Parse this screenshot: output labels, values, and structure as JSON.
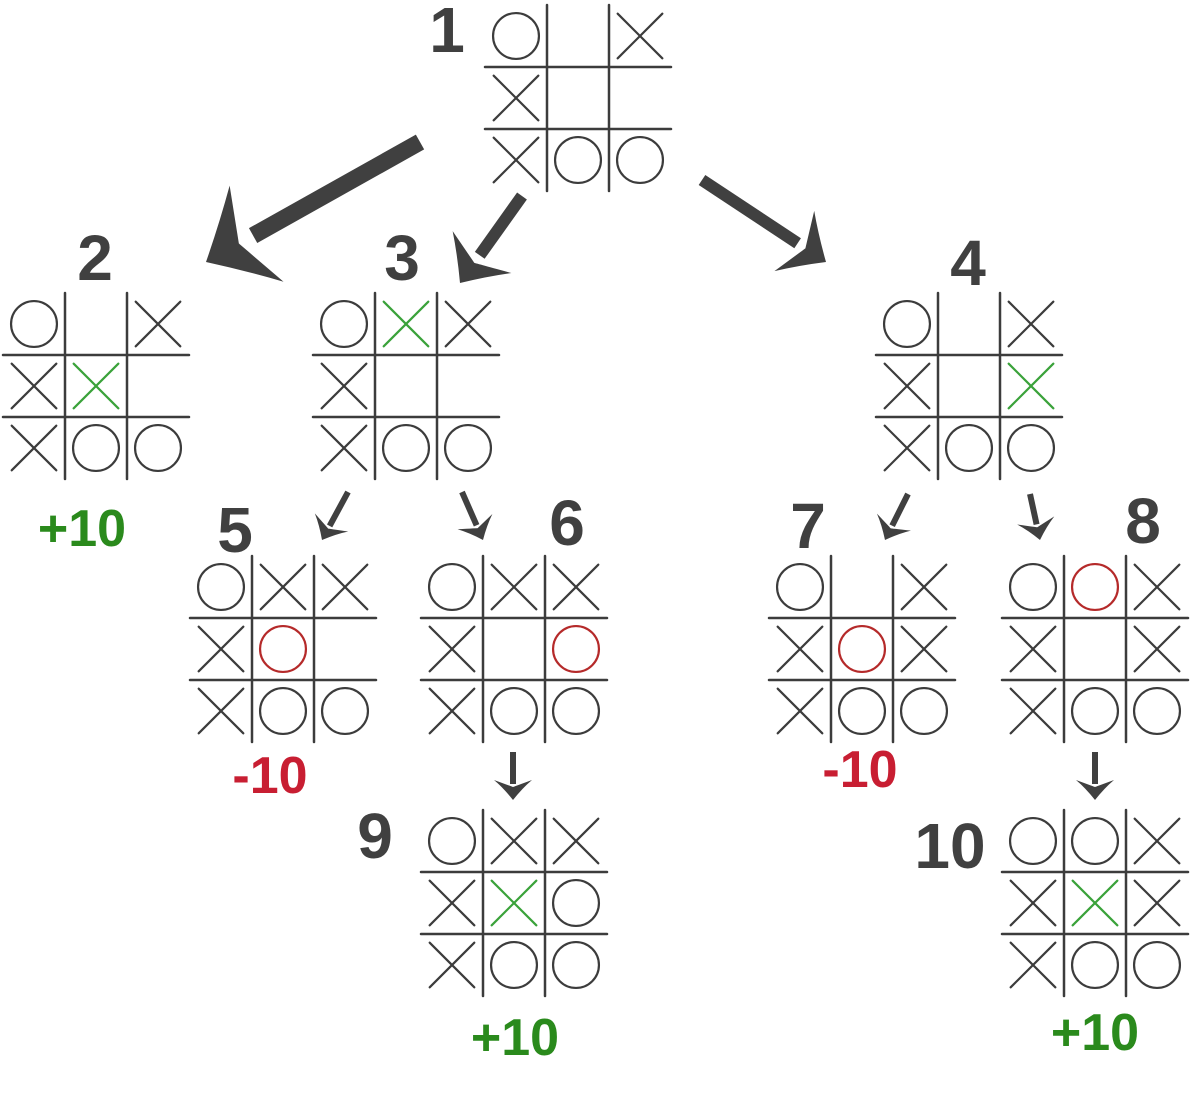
{
  "colors": {
    "ink": "#3c3c3c",
    "label": "#404040",
    "positive_score": "#2a8a1c",
    "negative_score": "#c81e32",
    "new_x": "#3aa23a",
    "new_o": "#b52a2a"
  },
  "nodes": [
    {
      "id": "1",
      "label": "1",
      "score": "",
      "board": [
        "O",
        "",
        "X",
        "X",
        "",
        "",
        "X",
        "O",
        "O"
      ],
      "highlight": -1
    },
    {
      "id": "2",
      "label": "2",
      "score": "+10",
      "board": [
        "O",
        "",
        "X",
        "X",
        "X",
        "",
        "X",
        "O",
        "O"
      ],
      "highlight": 4
    },
    {
      "id": "3",
      "label": "3",
      "score": "",
      "board": [
        "O",
        "X",
        "X",
        "X",
        "",
        "",
        "X",
        "O",
        "O"
      ],
      "highlight": 1
    },
    {
      "id": "4",
      "label": "4",
      "score": "",
      "board": [
        "O",
        "",
        "X",
        "X",
        "",
        "X",
        "X",
        "O",
        "O"
      ],
      "highlight": 5
    },
    {
      "id": "5",
      "label": "5",
      "score": "-10",
      "board": [
        "O",
        "X",
        "X",
        "X",
        "O",
        "",
        "X",
        "O",
        "O"
      ],
      "highlight": 4
    },
    {
      "id": "6",
      "label": "6",
      "score": "",
      "board": [
        "O",
        "X",
        "X",
        "X",
        "",
        "O",
        "X",
        "O",
        "O"
      ],
      "highlight": 5
    },
    {
      "id": "7",
      "label": "7",
      "score": "-10",
      "board": [
        "O",
        "",
        "X",
        "X",
        "O",
        "X",
        "X",
        "O",
        "O"
      ],
      "highlight": 4
    },
    {
      "id": "8",
      "label": "8",
      "score": "",
      "board": [
        "O",
        "O",
        "X",
        "X",
        "",
        "X",
        "X",
        "O",
        "O"
      ],
      "highlight": 1
    },
    {
      "id": "9",
      "label": "9",
      "score": "+10",
      "board": [
        "O",
        "X",
        "X",
        "X",
        "X",
        "O",
        "X",
        "O",
        "O"
      ],
      "highlight": 4
    },
    {
      "id": "10",
      "label": "10",
      "score": "+10",
      "board": [
        "O",
        "O",
        "X",
        "X",
        "X",
        "X",
        "X",
        "O",
        "O"
      ],
      "highlight": 4
    }
  ],
  "edges": [
    {
      "from": "1",
      "to": "2"
    },
    {
      "from": "1",
      "to": "3"
    },
    {
      "from": "1",
      "to": "4"
    },
    {
      "from": "3",
      "to": "5"
    },
    {
      "from": "3",
      "to": "6"
    },
    {
      "from": "4",
      "to": "7"
    },
    {
      "from": "4",
      "to": "8"
    },
    {
      "from": "6",
      "to": "9"
    },
    {
      "from": "8",
      "to": "10"
    }
  ]
}
